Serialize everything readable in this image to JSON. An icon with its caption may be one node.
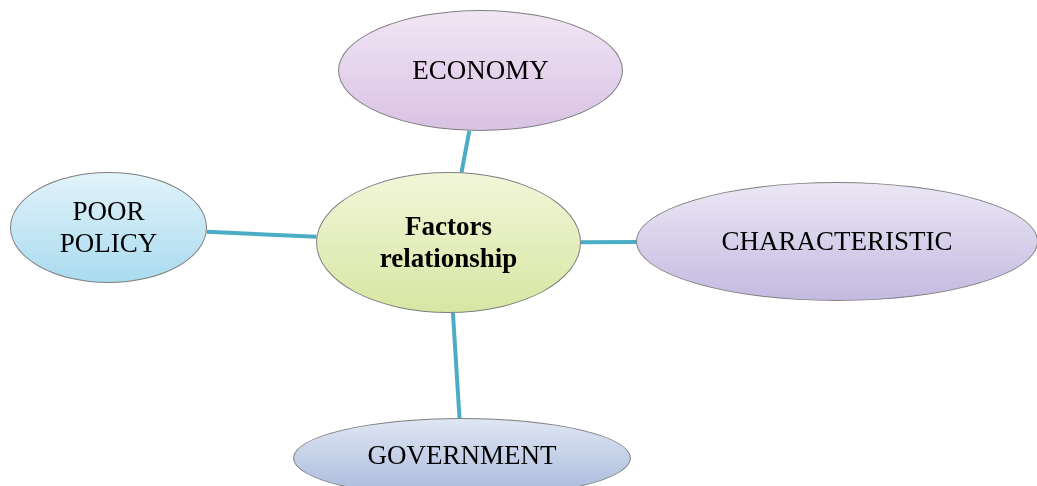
{
  "diagram": {
    "nodes": [
      {
        "text": [
          "ECONOMY"
        ]
      },
      {
        "text": [
          "POOR POLICY"
        ]
      },
      {
        "text": [
          "Factors relationship"
        ]
      },
      {
        "text": [
          "CHARACTERISTIC"
        ]
      },
      {
        "text": [
          "GOVERNMENT"
        ]
      }
    ],
    "edges": [
      {
        "from": 2,
        "to": 0,
        "arrow": "none"
      },
      {
        "from": 2,
        "to": 1,
        "arrow": "none"
      },
      {
        "from": 2,
        "to": 3,
        "arrow": "none"
      },
      {
        "from": 2,
        "to": 4,
        "arrow": "none"
      }
    ]
  }
}
